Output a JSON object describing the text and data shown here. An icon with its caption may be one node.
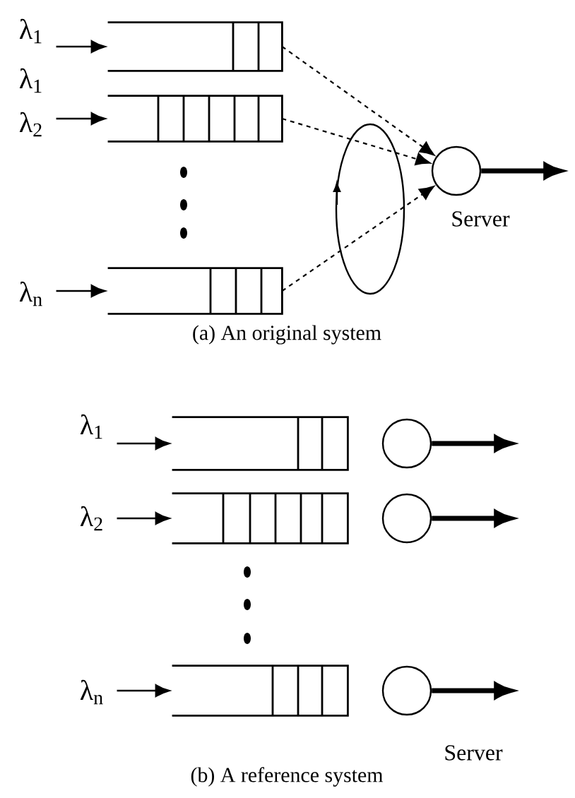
{
  "diagram": {
    "nodes": [
      {
        "text": [
          "λ$_{1}$"
        ]
      },
      {
        "text": [
          "λ$_{2}$"
        ]
      },
      {
        "text": [
          "λ$_{n}$"
        ]
      },
      {
        "text": [],
        "shape": "box"
      },
      {
        "text": [],
        "shape": "box"
      },
      {
        "text": [],
        "shape": "box"
      },
      {
        "text": [],
        "shape": "circle",
        "beside": [
          "Server"
        ]
      },
      {
        "text": [
          "λ$_{1}$"
        ]
      },
      {
        "text": [
          "λ$_{2}$"
        ]
      },
      {
        "text": [
          "λ$_{n}$"
        ]
      },
      {
        "text": [],
        "shape": "box"
      },
      {
        "text": [],
        "shape": "box"
      },
      {
        "text": [],
        "shape": "box"
      },
      {
        "text": [],
        "shape": "circle"
      },
      {
        "text": [],
        "shape": "circle"
      },
      {
        "text": [],
        "shape": "circle",
        "beside": [
          "Server"
        ]
      }
    ],
    "edges": [
      {
        "from": 0,
        "to": 3,
        "arrow": "to"
      },
      {
        "from": 1,
        "to": 4,
        "arrow": "to"
      },
      {
        "from": 2,
        "to": 5,
        "arrow": "to"
      },
      {
        "from": 3,
        "to": 6,
        "arrow": "to",
        "style": "dashed"
      },
      {
        "from": 4,
        "to": 6,
        "arrow": "to",
        "style": "dashed"
      },
      {
        "from": 5,
        "to": 6,
        "arrow": "to",
        "style": "dashed"
      },
      {
        "from": 6,
        "to": null,
        "arrow": "to",
        "style": "thick"
      },
      {
        "from": 7,
        "to": 10,
        "arrow": "to"
      },
      {
        "from": 8,
        "to": 11,
        "arrow": "to"
      },
      {
        "from": 9,
        "to": 12,
        "arrow": "to"
      },
      {
        "from": 13,
        "to": null,
        "arrow": "to",
        "style": "thick"
      },
      {
        "from": 14,
        "to": null,
        "arrow": "to",
        "style": "thick"
      },
      {
        "from": 15,
        "to": null,
        "arrow": "to",
        "style": "thick"
      }
    ],
    "labels": [
      "λ$_{1}$",
      "(a) An original system",
      "(b) A reference system"
    ]
  }
}
